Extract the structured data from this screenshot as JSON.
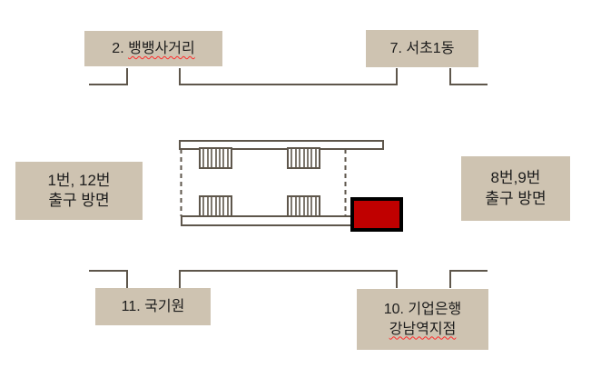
{
  "colors": {
    "label_bg": "#cec3b1",
    "line": "#5e564b",
    "red_box_fill": "#c00000",
    "red_box_border": "#000000",
    "misspell_underline": "#ff2a2a",
    "background": "#ffffff",
    "text": "#1c1c1c"
  },
  "labels": {
    "top_left": {
      "prefix": "2. ",
      "name": "뱅뱅사거리"
    },
    "top_right": {
      "text": "7. 서초1동"
    },
    "left": {
      "line1": "1번, 12번",
      "line2": "출구 방면"
    },
    "right": {
      "line1": "8번,9번",
      "line2": "출구 방면"
    },
    "bottom_left": {
      "text": "11. 국기원"
    },
    "bottom_right": {
      "line1": "10. 기업은행",
      "name": "강남역지점"
    }
  },
  "diagram": {
    "platform_bars": 2,
    "stair_icons": 4,
    "dashed_boundary_lines": 2,
    "highlight_box": {
      "fill": "#c00000",
      "border": "#000000"
    }
  }
}
